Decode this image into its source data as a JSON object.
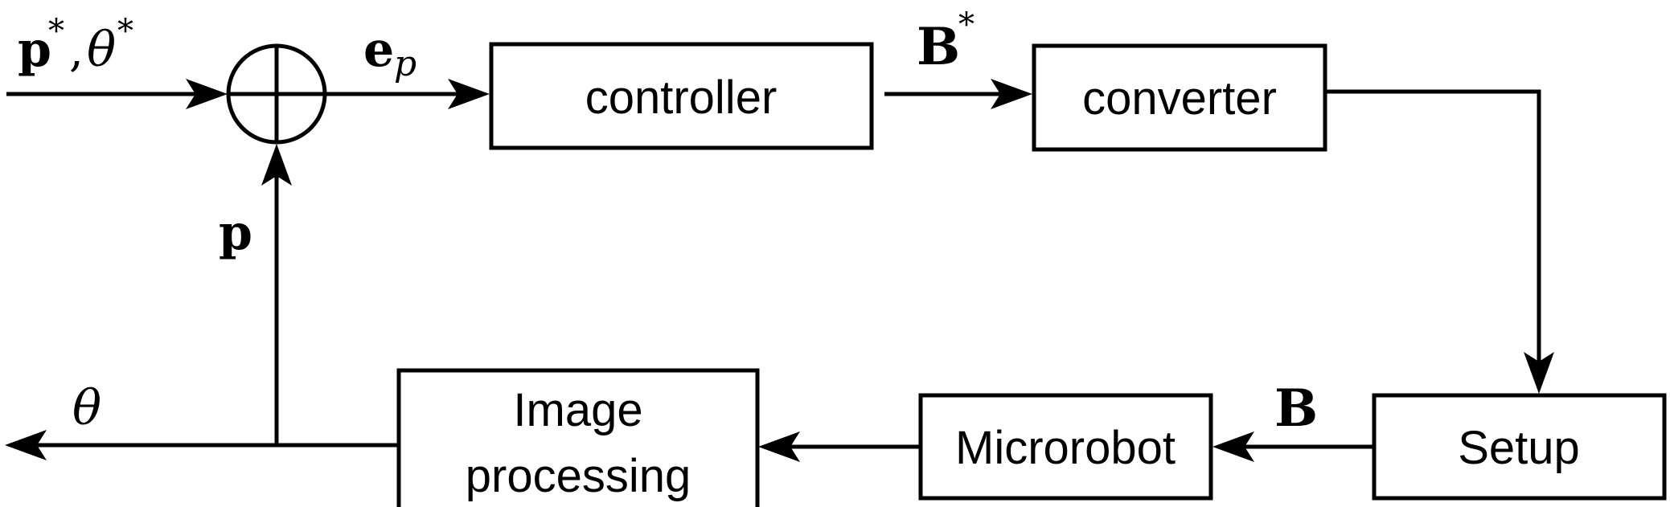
{
  "blocks": {
    "controller": "controller",
    "converter": "converter",
    "setup": "Setup",
    "microrobot": "Microrobot",
    "image_processing_line1": "Image",
    "image_processing_line2": "processing"
  },
  "signals": {
    "reference_p": "p",
    "reference_theta": "θ",
    "star": "*",
    "comma": ",",
    "error_e": "e",
    "error_subscript": "p",
    "field_ref_B": "B",
    "field_B": "B",
    "feedback_p": "p",
    "output_theta": "θ"
  }
}
